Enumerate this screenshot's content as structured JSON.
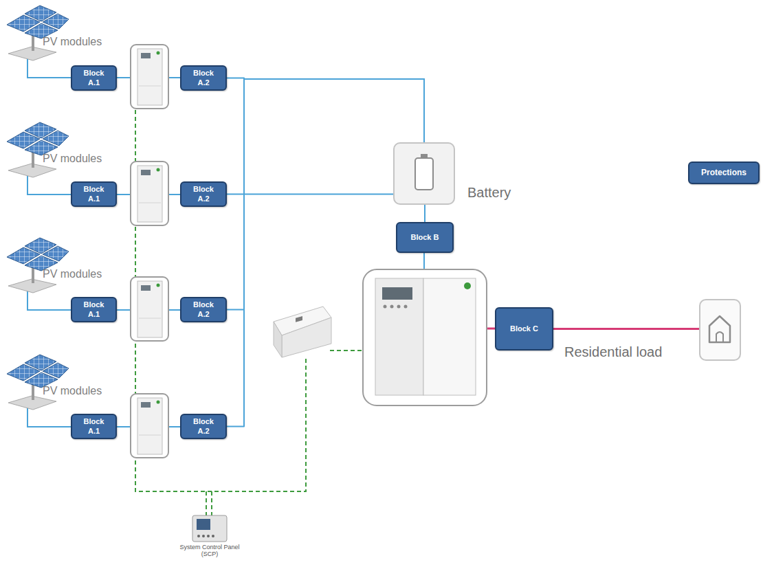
{
  "diagram": {
    "nodes": [
      {
        "text": [
          "Block A.1"
        ]
      },
      {
        "text": [
          "Block A.2"
        ]
      },
      {
        "text": [
          "Battery"
        ]
      },
      {
        "text": [
          "Protections"
        ]
      },
      {
        "text": [
          "Block A.1"
        ]
      },
      {
        "text": [
          "Block A.2"
        ]
      },
      {
        "text": [
          "Block B"
        ]
      },
      {
        "text": [
          "Block A.1"
        ]
      },
      {
        "text": [
          "Block A.2"
        ]
      },
      {
        "text": [
          "Block C"
        ]
      },
      {
        "text": [
          "Residential load"
        ]
      },
      {
        "text": [
          "Block A.1"
        ]
      },
      {
        "text": [
          "Block A.2"
        ]
      }
    ],
    "edges": [
      {
        "from": 1,
        "to": 2,
        "arrow": "none"
      },
      {
        "from": 5,
        "to": 2,
        "arrow": "none"
      },
      {
        "from": 8,
        "to": 2,
        "arrow": "none"
      },
      {
        "from": 12,
        "to": 2,
        "arrow": "none"
      },
      {
        "from": 2,
        "to": 6,
        "arrow": "none"
      },
      {
        "from": 9,
        "to": 10,
        "arrow": "none"
      }
    ],
    "labels": [
      "PV modules",
      "PV modules",
      "PV modules",
      "PV modules",
      "System Control Panel (SCP)"
    ]
  }
}
